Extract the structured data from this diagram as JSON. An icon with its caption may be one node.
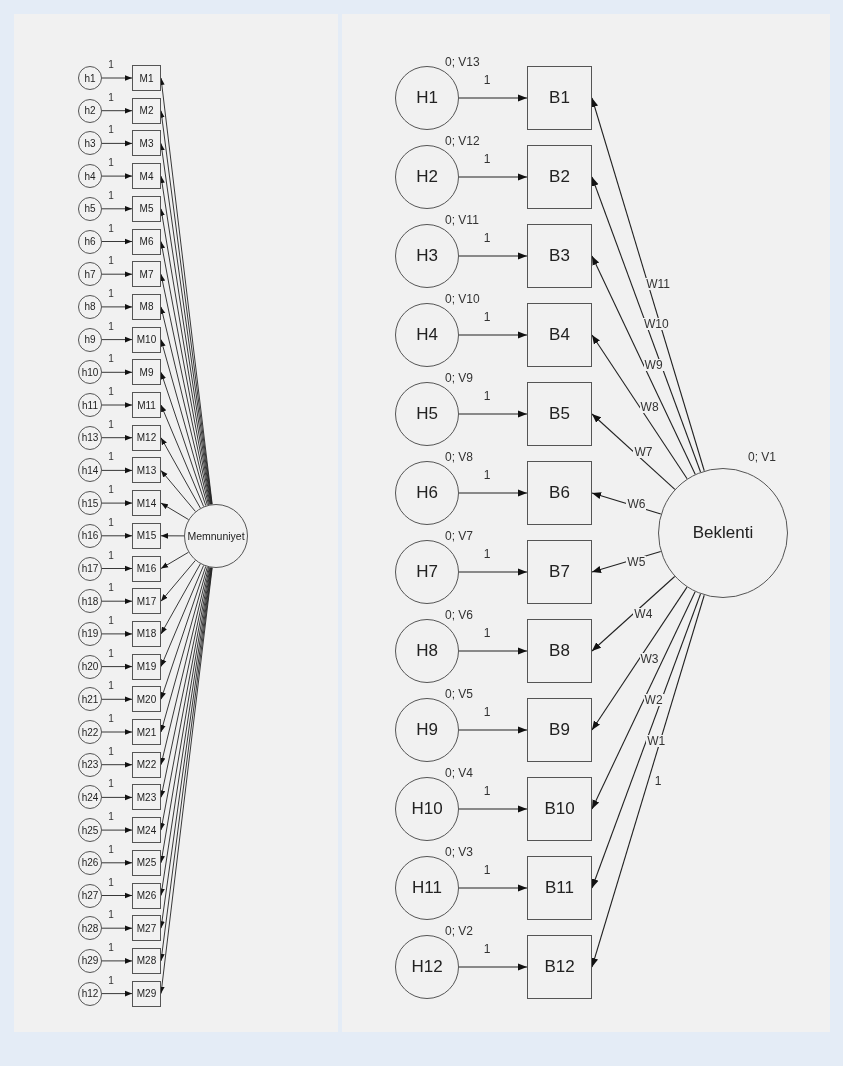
{
  "diagram": {
    "nodes": [
      {
        "text": [
          "h1"
        ]
      },
      {
        "text": [
          "h2"
        ]
      },
      {
        "text": [
          "h3"
        ]
      },
      {
        "text": [
          "h4"
        ]
      },
      {
        "text": [
          "h5"
        ]
      },
      {
        "text": [
          "h6"
        ]
      },
      {
        "text": [
          "h7"
        ]
      },
      {
        "text": [
          "h8"
        ]
      },
      {
        "text": [
          "h9"
        ]
      },
      {
        "text": [
          "h10"
        ]
      },
      {
        "text": [
          "h11"
        ]
      },
      {
        "text": [
          "h13"
        ]
      },
      {
        "text": [
          "h14"
        ]
      },
      {
        "text": [
          "h15"
        ]
      },
      {
        "text": [
          "h16"
        ]
      },
      {
        "text": [
          "h17"
        ]
      },
      {
        "text": [
          "h18"
        ]
      },
      {
        "text": [
          "h19"
        ]
      },
      {
        "text": [
          "h20"
        ]
      },
      {
        "text": [
          "h21"
        ]
      },
      {
        "text": [
          "h22"
        ]
      },
      {
        "text": [
          "h23"
        ]
      },
      {
        "text": [
          "h24"
        ]
      },
      {
        "text": [
          "h25"
        ]
      },
      {
        "text": [
          "h26"
        ]
      },
      {
        "text": [
          "h27"
        ]
      },
      {
        "text": [
          "h28"
        ]
      },
      {
        "text": [
          "h29"
        ]
      },
      {
        "text": [
          "h12"
        ]
      },
      {
        "text": [
          "M1"
        ]
      },
      {
        "text": [
          "M2"
        ]
      },
      {
        "text": [
          "M3"
        ]
      },
      {
        "text": [
          "M4"
        ]
      },
      {
        "text": [
          "M5"
        ]
      },
      {
        "text": [
          "M6"
        ]
      },
      {
        "text": [
          "M7"
        ]
      },
      {
        "text": [
          "M8"
        ]
      },
      {
        "text": [
          "M10"
        ]
      },
      {
        "text": [
          "M9"
        ]
      },
      {
        "text": [
          "M11"
        ]
      },
      {
        "text": [
          "M12"
        ]
      },
      {
        "text": [
          "M13"
        ]
      },
      {
        "text": [
          "M14"
        ]
      },
      {
        "text": [
          "M15"
        ]
      },
      {
        "text": [
          "M16"
        ]
      },
      {
        "text": [
          "M17"
        ]
      },
      {
        "text": [
          "M18"
        ]
      },
      {
        "text": [
          "M19"
        ]
      },
      {
        "text": [
          "M20"
        ]
      },
      {
        "text": [
          "M21"
        ]
      },
      {
        "text": [
          "M22"
        ]
      },
      {
        "text": [
          "M23"
        ]
      },
      {
        "text": [
          "M24"
        ]
      },
      {
        "text": [
          "M25"
        ]
      },
      {
        "text": [
          "M26"
        ]
      },
      {
        "text": [
          "M27"
        ]
      },
      {
        "text": [
          "M28"
        ]
      },
      {
        "text": [
          "M29"
        ]
      },
      {
        "text": [
          "Memnuniyet"
        ]
      },
      {
        "text": [
          "H1"
        ],
        "beside": [
          "0; V13"
        ]
      },
      {
        "text": [
          "H2"
        ],
        "beside": [
          "0; V12"
        ]
      },
      {
        "text": [
          "H3"
        ],
        "beside": [
          "0; V11"
        ]
      },
      {
        "text": [
          "H4"
        ],
        "beside": [
          "0; V10"
        ]
      },
      {
        "text": [
          "H5"
        ],
        "beside": [
          "0; V9"
        ]
      },
      {
        "text": [
          "H6"
        ],
        "beside": [
          "0; V8"
        ]
      },
      {
        "text": [
          "H7"
        ],
        "beside": [
          "0; V7"
        ]
      },
      {
        "text": [
          "H8"
        ],
        "beside": [
          "0; V6"
        ]
      },
      {
        "text": [
          "H9"
        ],
        "beside": [
          "0; V5"
        ]
      },
      {
        "text": [
          "H10"
        ],
        "beside": [
          "0; V4"
        ]
      },
      {
        "text": [
          "H11"
        ],
        "beside": [
          "0; V3"
        ]
      },
      {
        "text": [
          "H12"
        ],
        "beside": [
          "0; V2"
        ]
      },
      {
        "text": [
          "B1"
        ]
      },
      {
        "text": [
          "B2"
        ]
      },
      {
        "text": [
          "B3"
        ]
      },
      {
        "text": [
          "B4"
        ]
      },
      {
        "text": [
          "B5"
        ]
      },
      {
        "text": [
          "B6"
        ]
      },
      {
        "text": [
          "B7"
        ]
      },
      {
        "text": [
          "B8"
        ]
      },
      {
        "text": [
          "B9"
        ]
      },
      {
        "text": [
          "B10"
        ]
      },
      {
        "text": [
          "B11"
        ]
      },
      {
        "text": [
          "B12"
        ]
      },
      {
        "text": [
          "Beklenti"
        ],
        "beside": [
          "0; V1"
        ]
      }
    ],
    "edges": [
      {
        "from": 0,
        "to": 29,
        "arrow": "to",
        "label": "1"
      },
      {
        "from": 1,
        "to": 30,
        "arrow": "to",
        "label": "1"
      },
      {
        "from": 2,
        "to": 31,
        "arrow": "to",
        "label": "1"
      },
      {
        "from": 3,
        "to": 32,
        "arrow": "to",
        "label": "1"
      },
      {
        "from": 4,
        "to": 33,
        "arrow": "to",
        "label": "1"
      },
      {
        "from": 5,
        "to": 34,
        "arrow": "to",
        "label": "1"
      },
      {
        "from": 6,
        "to": 35,
        "arrow": "to",
        "label": "1"
      },
      {
        "from": 7,
        "to": 36,
        "arrow": "to",
        "label": "1"
      },
      {
        "from": 8,
        "to": 37,
        "arrow": "to",
        "label": "1"
      },
      {
        "from": 9,
        "to": 38,
        "arrow": "to",
        "label": "1"
      },
      {
        "from": 10,
        "to": 39,
        "arrow": "to",
        "label": "1"
      },
      {
        "from": 11,
        "to": 40,
        "arrow": "to",
        "label": "1"
      },
      {
        "from": 12,
        "to": 41,
        "arrow": "to",
        "label": "1"
      },
      {
        "from": 13,
        "to": 42,
        "arrow": "to",
        "label": "1"
      },
      {
        "from": 14,
        "to": 43,
        "arrow": "to",
        "label": "1"
      },
      {
        "from": 15,
        "to": 44,
        "arrow": "to",
        "label": "1"
      },
      {
        "from": 16,
        "to": 45,
        "arrow": "to",
        "label": "1"
      },
      {
        "from": 17,
        "to": 46,
        "arrow": "to",
        "label": "1"
      },
      {
        "from": 18,
        "to": 47,
        "arrow": "to",
        "label": "1"
      },
      {
        "from": 19,
        "to": 48,
        "arrow": "to",
        "label": "1"
      },
      {
        "from": 20,
        "to": 49,
        "arrow": "to",
        "label": "1"
      },
      {
        "from": 21,
        "to": 50,
        "arrow": "to",
        "label": "1"
      },
      {
        "from": 22,
        "to": 51,
        "arrow": "to",
        "label": "1"
      },
      {
        "from": 23,
        "to": 52,
        "arrow": "to",
        "label": "1"
      },
      {
        "from": 24,
        "to": 53,
        "arrow": "to",
        "label": "1"
      },
      {
        "from": 25,
        "to": 54,
        "arrow": "to",
        "label": "1"
      },
      {
        "from": 26,
        "to": 55,
        "arrow": "to",
        "label": "1"
      },
      {
        "from": 27,
        "to": 56,
        "arrow": "to",
        "label": "1"
      },
      {
        "from": 28,
        "to": 57,
        "arrow": "to",
        "label": "1"
      },
      {
        "from": 58,
        "to": 29,
        "arrow": "to"
      },
      {
        "from": 58,
        "to": 30,
        "arrow": "to"
      },
      {
        "from": 58,
        "to": 31,
        "arrow": "to"
      },
      {
        "from": 58,
        "to": 32,
        "arrow": "to"
      },
      {
        "from": 58,
        "to": 33,
        "arrow": "to"
      },
      {
        "from": 58,
        "to": 34,
        "arrow": "to"
      },
      {
        "from": 58,
        "to": 35,
        "arrow": "to"
      },
      {
        "from": 58,
        "to": 36,
        "arrow": "to"
      },
      {
        "from": 58,
        "to": 37,
        "arrow": "to"
      },
      {
        "from": 58,
        "to": 38,
        "arrow": "to"
      },
      {
        "from": 58,
        "to": 39,
        "arrow": "to"
      },
      {
        "from": 58,
        "to": 40,
        "arrow": "to"
      },
      {
        "from": 58,
        "to": 41,
        "arrow": "to"
      },
      {
        "from": 58,
        "to": 42,
        "arrow": "to"
      },
      {
        "from": 58,
        "to": 43,
        "arrow": "to"
      },
      {
        "from": 58,
        "to": 44,
        "arrow": "to"
      },
      {
        "from": 58,
        "to": 45,
        "arrow": "to"
      },
      {
        "from": 58,
        "to": 46,
        "arrow": "to"
      },
      {
        "from": 58,
        "to": 47,
        "arrow": "to"
      },
      {
        "from": 58,
        "to": 48,
        "arrow": "to"
      },
      {
        "from": 58,
        "to": 49,
        "arrow": "to"
      },
      {
        "from": 58,
        "to": 50,
        "arrow": "to"
      },
      {
        "from": 58,
        "to": 51,
        "arrow": "to"
      },
      {
        "from": 58,
        "to": 52,
        "arrow": "to"
      },
      {
        "from": 58,
        "to": 53,
        "arrow": "to"
      },
      {
        "from": 58,
        "to": 54,
        "arrow": "to"
      },
      {
        "from": 58,
        "to": 55,
        "arrow": "to"
      },
      {
        "from": 58,
        "to": 56,
        "arrow": "to"
      },
      {
        "from": 58,
        "to": 57,
        "arrow": "to"
      },
      {
        "from": 59,
        "to": 71,
        "arrow": "to",
        "label": "1"
      },
      {
        "from": 60,
        "to": 72,
        "arrow": "to",
        "label": "1"
      },
      {
        "from": 61,
        "to": 73,
        "arrow": "to",
        "label": "1"
      },
      {
        "from": 62,
        "to": 74,
        "arrow": "to",
        "label": "1"
      },
      {
        "from": 63,
        "to": 75,
        "arrow": "to",
        "label": "1"
      },
      {
        "from": 64,
        "to": 76,
        "arrow": "to",
        "label": "1"
      },
      {
        "from": 65,
        "to": 77,
        "arrow": "to",
        "label": "1"
      },
      {
        "from": 66,
        "to": 78,
        "arrow": "to",
        "label": "1"
      },
      {
        "from": 67,
        "to": 79,
        "arrow": "to",
        "label": "1"
      },
      {
        "from": 68,
        "to": 80,
        "arrow": "to",
        "label": "1"
      },
      {
        "from": 69,
        "to": 81,
        "arrow": "to",
        "label": "1"
      },
      {
        "from": 70,
        "to": 82,
        "arrow": "to",
        "label": "1"
      },
      {
        "from": 83,
        "to": 71,
        "arrow": "to",
        "label": "W11"
      },
      {
        "from": 83,
        "to": 72,
        "arrow": "to",
        "label": "W10"
      },
      {
        "from": 83,
        "to": 73,
        "arrow": "to",
        "label": "W9"
      },
      {
        "from": 83,
        "to": 74,
        "arrow": "to",
        "label": "W8"
      },
      {
        "from": 83,
        "to": 75,
        "arrow": "to",
        "label": "W7"
      },
      {
        "from": 83,
        "to": 76,
        "arrow": "to",
        "label": "W6"
      },
      {
        "from": 83,
        "to": 77,
        "arrow": "to",
        "label": "W5"
      },
      {
        "from": 83,
        "to": 78,
        "arrow": "to",
        "label": "W4"
      },
      {
        "from": 83,
        "to": 79,
        "arrow": "to",
        "label": "W3"
      },
      {
        "from": 83,
        "to": 80,
        "arrow": "to",
        "label": "W2"
      },
      {
        "from": 83,
        "to": 81,
        "arrow": "to",
        "label": "W1"
      },
      {
        "from": 83,
        "to": 82,
        "arrow": "to",
        "label": "1"
      }
    ]
  }
}
